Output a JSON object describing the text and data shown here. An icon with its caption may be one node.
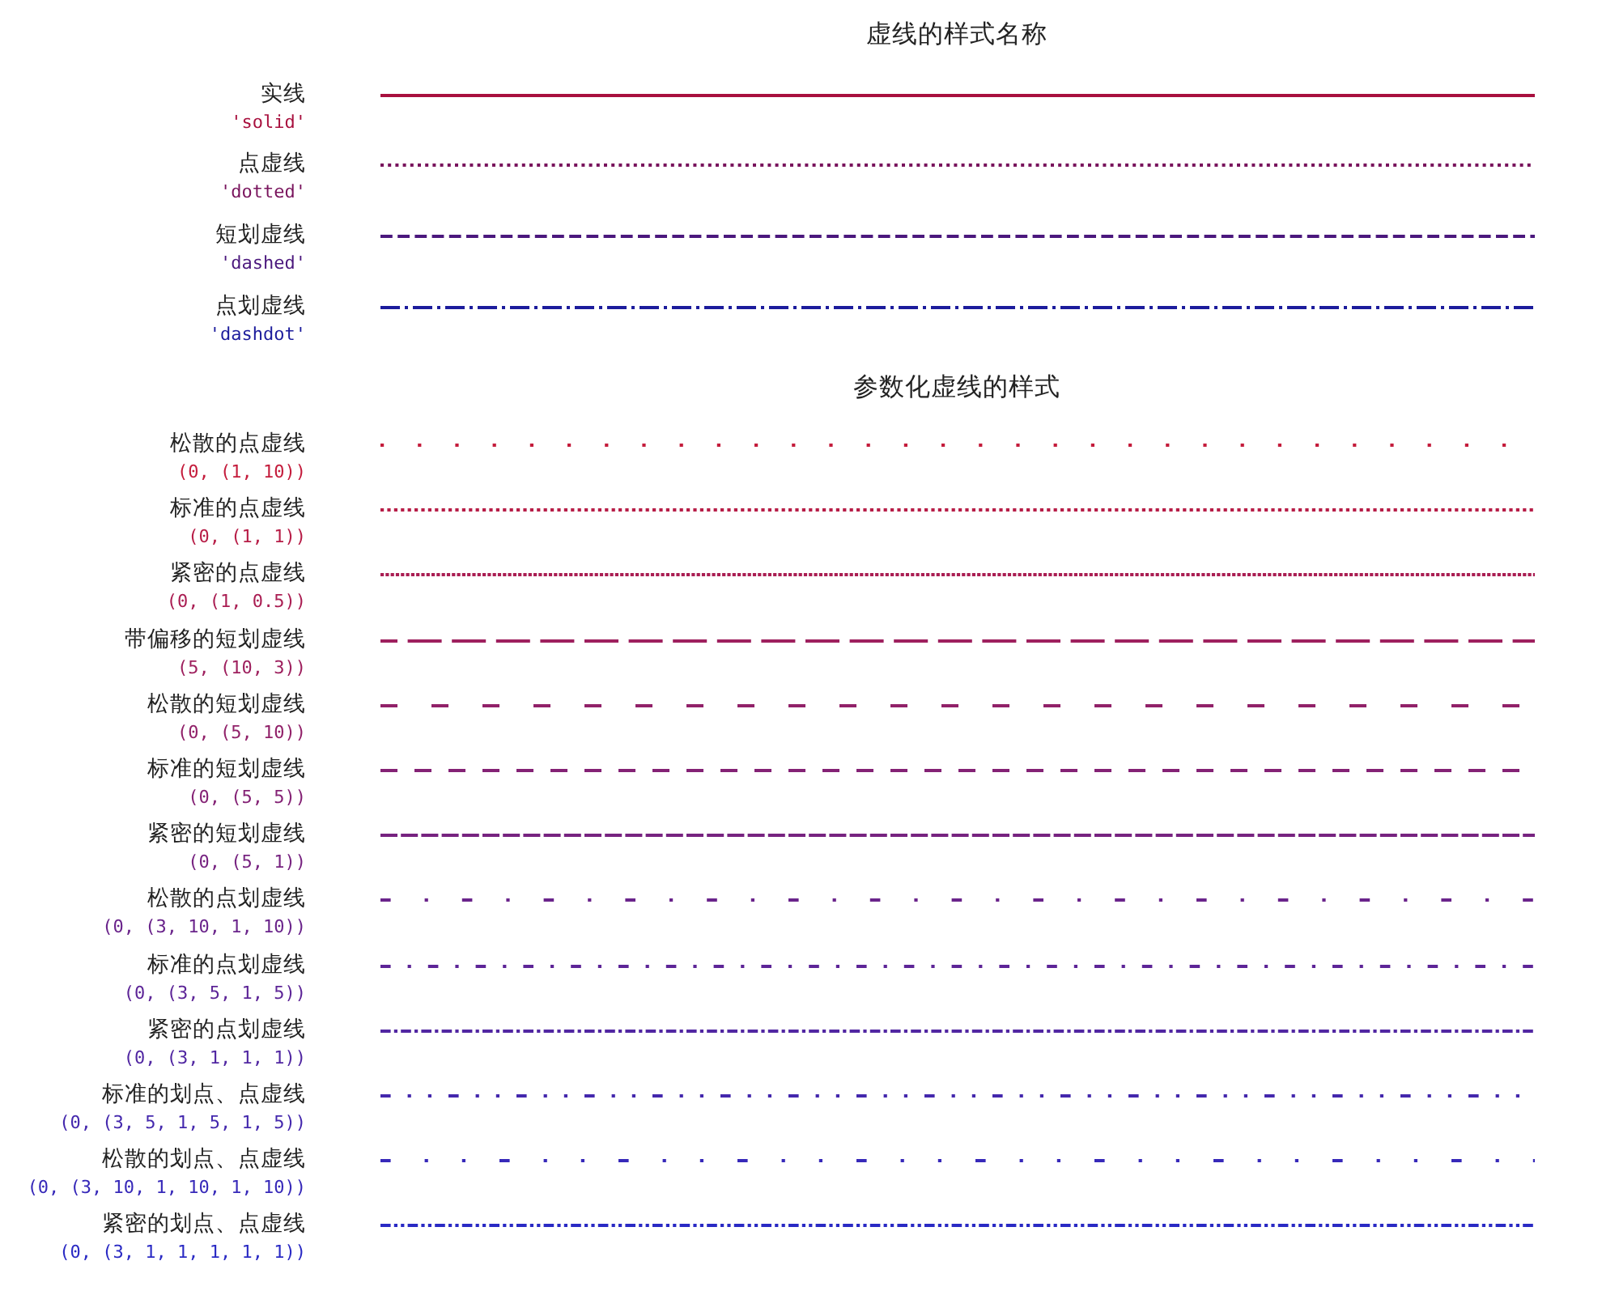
{
  "diagram": {
    "title": "虚线的样式名称",
    "labels": [
      "实线",
      "'solid'",
      "点虚线",
      "'dotted'",
      "短划虚线",
      "'dashed'",
      "点划虚线",
      "'dashdot'",
      "参数化虚线的样式",
      "松散的点虚线",
      "(0, (1, 10))",
      "标准的点虚线",
      "(0, (1, 1))",
      "紧密的点虚线",
      "(0, (1, 0.5))",
      "带偏移的短划虚线",
      "(5, (10, 3))",
      "松散的短划虚线",
      "(0, (5, 10))",
      "标准的短划虚线",
      "(0, (5, 5))",
      "紧密的短划虚线",
      "(0, (5, 1))",
      "松散的点划虚线",
      "(0, (3, 10, 1, 10))",
      "标准的点划虚线",
      "(0, (3, 5, 1, 5))",
      "紧密的点划虚线",
      "(0, (3, 1, 1, 1))",
      "标准的划点、点虚线",
      "(0, (3, 5, 1, 5, 1, 5))",
      "松散的划点、点虚线",
      "(0, (3, 10, 1, 10, 1, 10))",
      "紧密的划点、点虚线",
      "(0, (3, 1, 1, 1, 1, 1))"
    ]
  }
}
